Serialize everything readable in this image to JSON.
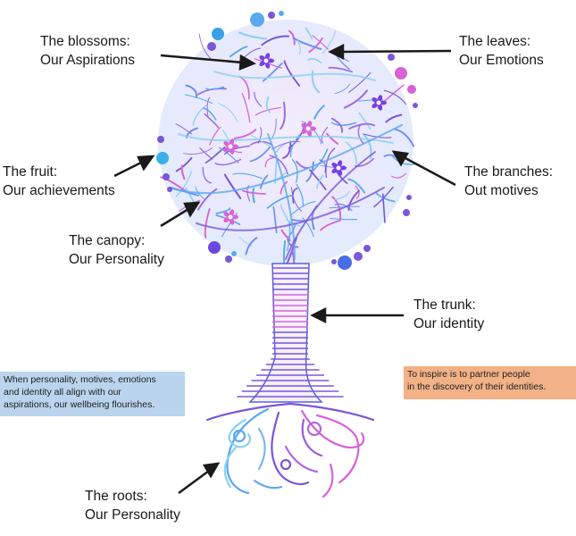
{
  "labels": {
    "blossoms": {
      "title": "The blossoms:",
      "meaning": "Our Aspirations"
    },
    "leaves": {
      "title": "The leaves:",
      "meaning": "Our Emotions"
    },
    "fruit": {
      "title": "The fruit:",
      "meaning": "Our achievements"
    },
    "branches": {
      "title": "The branches:",
      "meaning": "Out motives"
    },
    "canopy": {
      "title": "The canopy:",
      "meaning": "Our Personality"
    },
    "trunk": {
      "title": "The trunk:",
      "meaning": "Our identity"
    },
    "roots": {
      "title": "The roots:",
      "meaning": "Our Personality"
    }
  },
  "notes": {
    "wellbeing": {
      "lines": [
        "When personality, motives, emotions",
        "and identity all align with our",
        "aspirations, our wellbeing flourishes."
      ],
      "color": "#b9d4ec"
    },
    "inspire": {
      "lines": [
        "To inspire is to partner people",
        "in the discovery of their identities."
      ],
      "color": "#f2b186"
    }
  },
  "colors": {
    "purple": "#7a56d8",
    "blue": "#5aa8f0",
    "cyan": "#8ad0f4",
    "magenta": "#d763d8",
    "arrow": "#1a1a1a"
  }
}
